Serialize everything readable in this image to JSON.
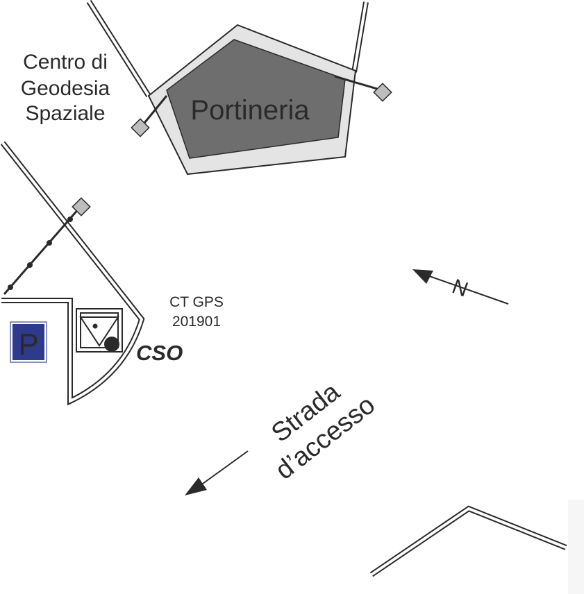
{
  "map": {
    "labels": {
      "institute_line1": "Centro di",
      "institute_line2": "Geodesia",
      "institute_line3": "Spaziale",
      "building": "Portineria",
      "station_line1": "CT GPS",
      "station_line2": "201901",
      "station_code": "CSO",
      "road_line1": "Strada",
      "road_line2": "d’accesso",
      "north_symbol": "N",
      "parking_symbol": "P"
    },
    "colors": {
      "building_fill": "#6e6e6e",
      "plaza_fill": "#e4e4e4",
      "outline": "#2a2a2a",
      "parking_bg": "#2e3a8c",
      "gate_fill": "#bdbdbd"
    },
    "icons": [
      "north-arrow-icon",
      "parking-icon",
      "direction-arrow-icon",
      "gps-marker-icon"
    ]
  }
}
